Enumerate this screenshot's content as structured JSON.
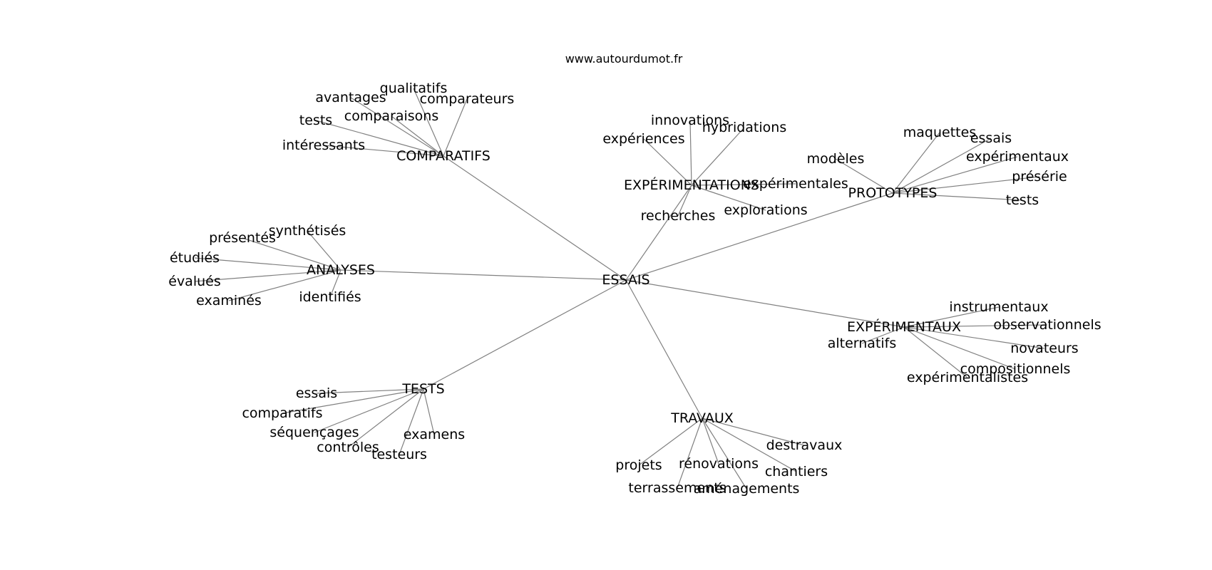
{
  "source_label": "www.autourdumot.fr",
  "root": "ESSAIS",
  "groups": [
    {
      "label": "COMPARATIFS",
      "words": [
        "qualitatifs",
        "avantages",
        "comparateurs",
        "comparaisons",
        "tests",
        "intéressants"
      ]
    },
    {
      "label": "EXPÉRIMENTATIONS",
      "words": [
        "innovations",
        "hybridations",
        "expériences",
        "expérimentales",
        "recherches",
        "explorations"
      ]
    },
    {
      "label": "PROTOTYPES",
      "words": [
        "maquettes",
        "essais",
        "modèles",
        "expérimentaux",
        "présérie",
        "tests"
      ]
    },
    {
      "label": "ANALYSES",
      "words": [
        "synthétisés",
        "présentés",
        "étudiés",
        "évalués",
        "examinés",
        "identifiés"
      ]
    },
    {
      "label": "EXPÉRIMENTAUX",
      "words": [
        "instrumentaux",
        "observationnels",
        "novateurs",
        "alternatifs",
        "compositionnels",
        "expérimentalistes"
      ]
    },
    {
      "label": "TESTS",
      "words": [
        "essais",
        "comparatifs",
        "séquençages",
        "contrôles",
        "examens",
        "testeurs"
      ]
    },
    {
      "label": "TRAVAUX",
      "words": [
        "destravaux",
        "projets",
        "rénovations",
        "chantiers",
        "terrassements",
        "aménagements"
      ]
    }
  ]
}
